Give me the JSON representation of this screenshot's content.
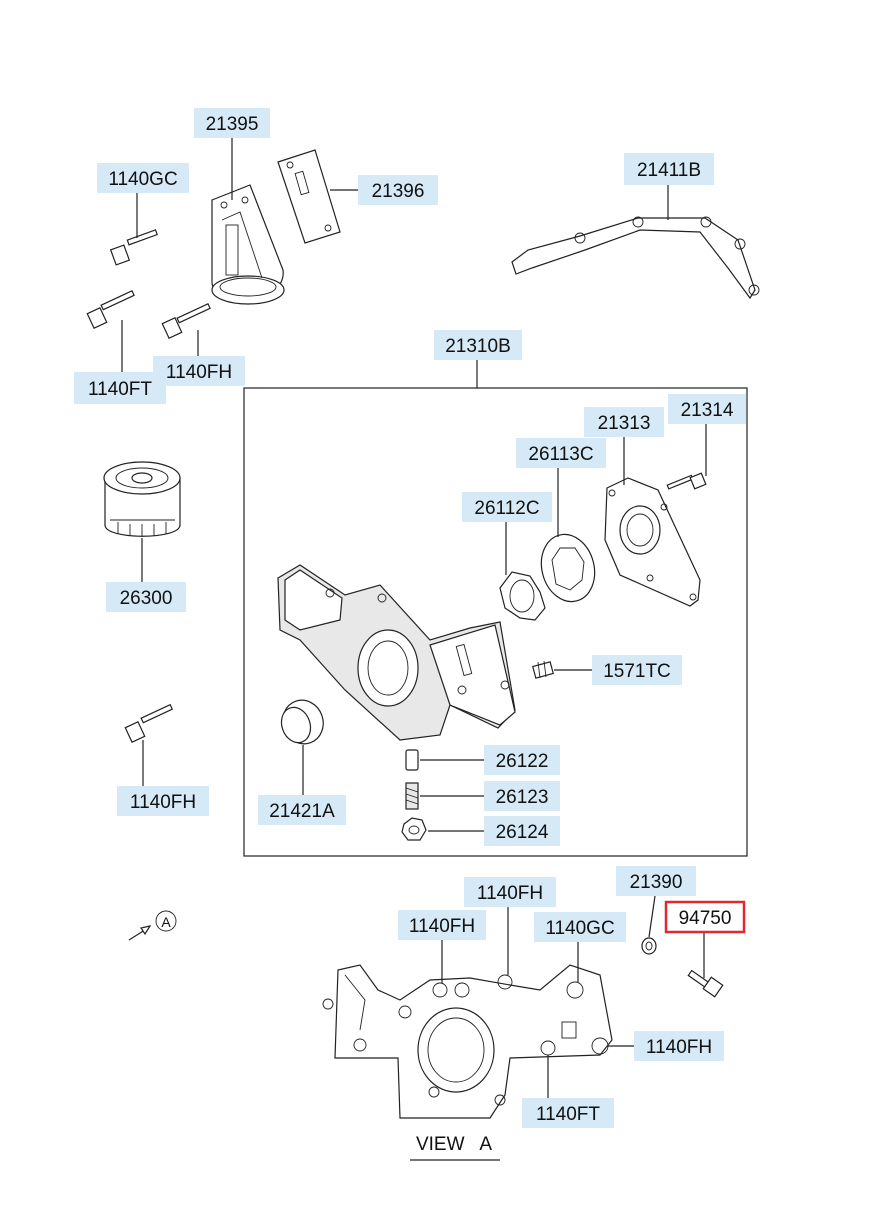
{
  "diagram": {
    "parts": {
      "p21395": "21395",
      "p21396": "21396",
      "p1140GC_top": "1140GC",
      "p1140FT_top": "1140FT",
      "p1140FH_top": "1140FH",
      "p21411B": "21411B",
      "p21310B": "21310B",
      "p21313": "21313",
      "p21314": "21314",
      "p26113C": "26113C",
      "p26112C": "26112C",
      "p1571TC": "1571TC",
      "p26300": "26300",
      "p1140FH_mid": "1140FH",
      "p21421A": "21421A",
      "p26122": "26122",
      "p26123": "26123",
      "p26124": "26124",
      "p21390": "21390",
      "p94750": "94750",
      "p1140FH_a": "1140FH",
      "p1140FH_b": "1140FH",
      "p1140GC_bot": "1140GC",
      "p1140FH_right": "1140FH",
      "p1140FT_bot": "1140FT"
    },
    "view_marker": "A",
    "view_caption": "VIEW   A",
    "highlighted_part": "94750",
    "colors": {
      "label_background": "#d6e9f7",
      "highlight_border": "#e0282e",
      "line": "#222222"
    }
  }
}
